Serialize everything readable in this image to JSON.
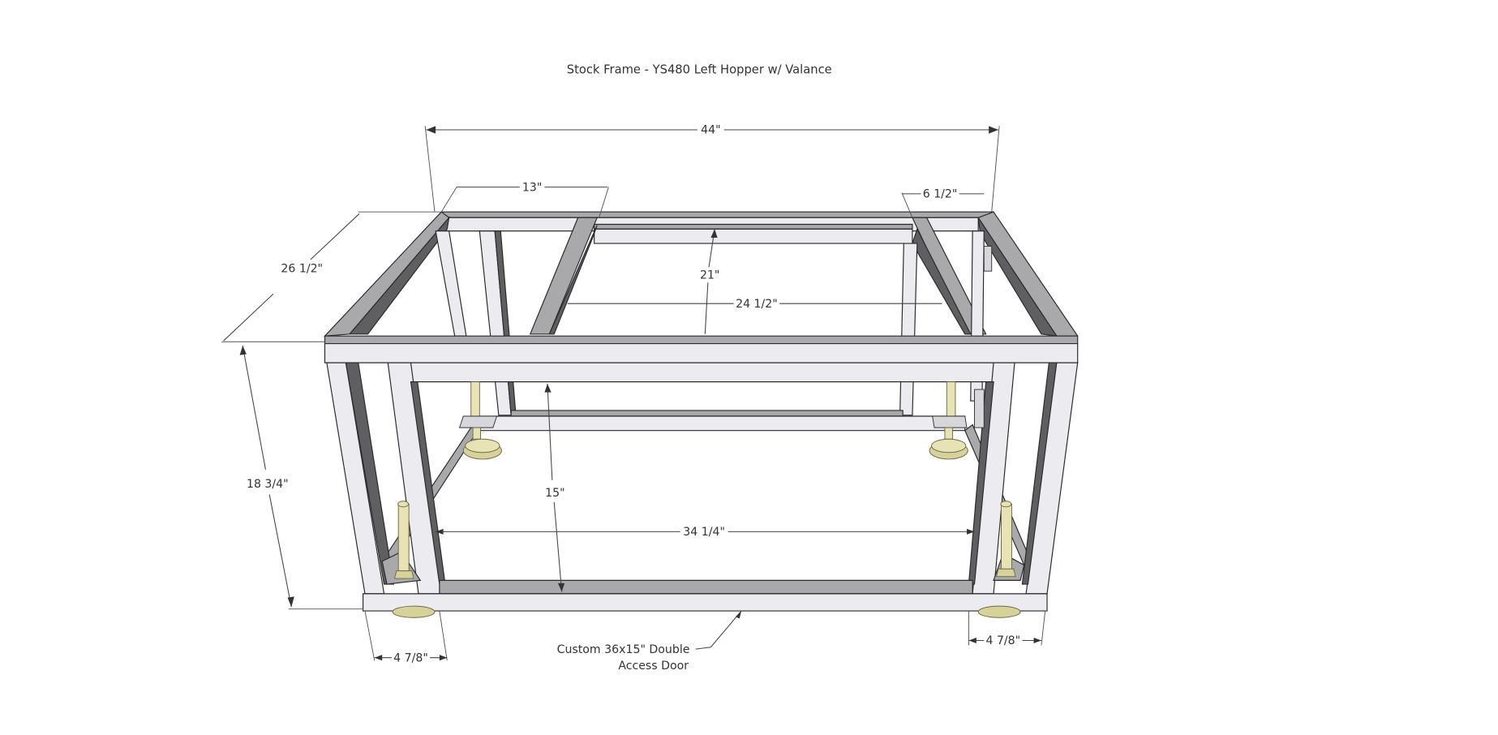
{
  "title": "Stock Frame - YS480 Left Hopper w/ Valance",
  "dimensions": {
    "overall_width": "44\"",
    "left_opening": "13\"",
    "right_offset": "6 1/2\"",
    "depth": "26 1/2\"",
    "inner_depth": "21\"",
    "inner_width_top": "24 1/2\"",
    "height": "18 3/4\"",
    "door_height": "15\"",
    "door_width": "34 1/4\"",
    "left_leg_width": "4 7/8\"",
    "right_leg_width": "4 7/8\""
  },
  "callout": {
    "line1": "Custom 36x15\" Double",
    "line2": "Access Door"
  },
  "colors": {
    "frame_light": "#ebebf0",
    "frame_mid": "#a9a9ac",
    "frame_dark": "#5f5f62",
    "leveler_brass": "#e8e3b4",
    "dimension_text": "#333333"
  }
}
